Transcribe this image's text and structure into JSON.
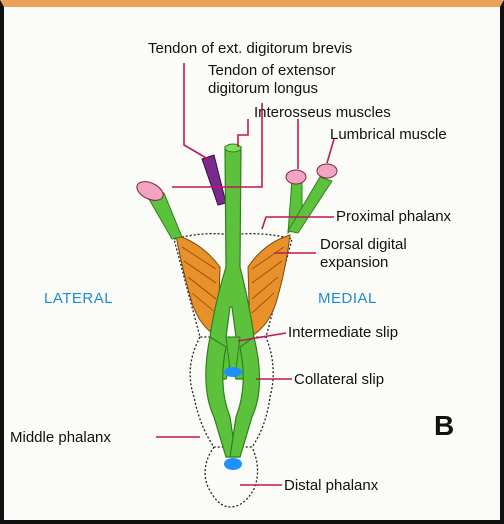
{
  "labels": {
    "ext_digitorum_brevis": "Tendon of ext. digitorum brevis",
    "ext_digitorum_longus_1": "Tendon of extensor",
    "ext_digitorum_longus_2": "digitorum longus",
    "interosseus": "Interosseus muscles",
    "lumbrical": "Lumbrical muscle",
    "proximal_phalanx": "Proximal phalanx",
    "dorsal_expansion_1": "Dorsal digital",
    "dorsal_expansion_2": "expansion",
    "intermediate_slip": "Intermediate slip",
    "collateral_slip": "Collateral slip",
    "middle_phalanx": "Middle phalanx",
    "distal_phalanx": "Distal phalanx",
    "lateral": "LATERAL",
    "medial": "MEDIAL",
    "figure_letter": "B"
  },
  "colors": {
    "tendon": "#5cc23c",
    "tendon_dark": "#2f7f1f",
    "expansion": "#e8902a",
    "muscle_pink": "#f2a4c2",
    "muscle_purple": "#7a2a8c",
    "leader": "#c0185c",
    "bone_insertion": "#1e90ff",
    "side_text": "#1f8ad8"
  }
}
